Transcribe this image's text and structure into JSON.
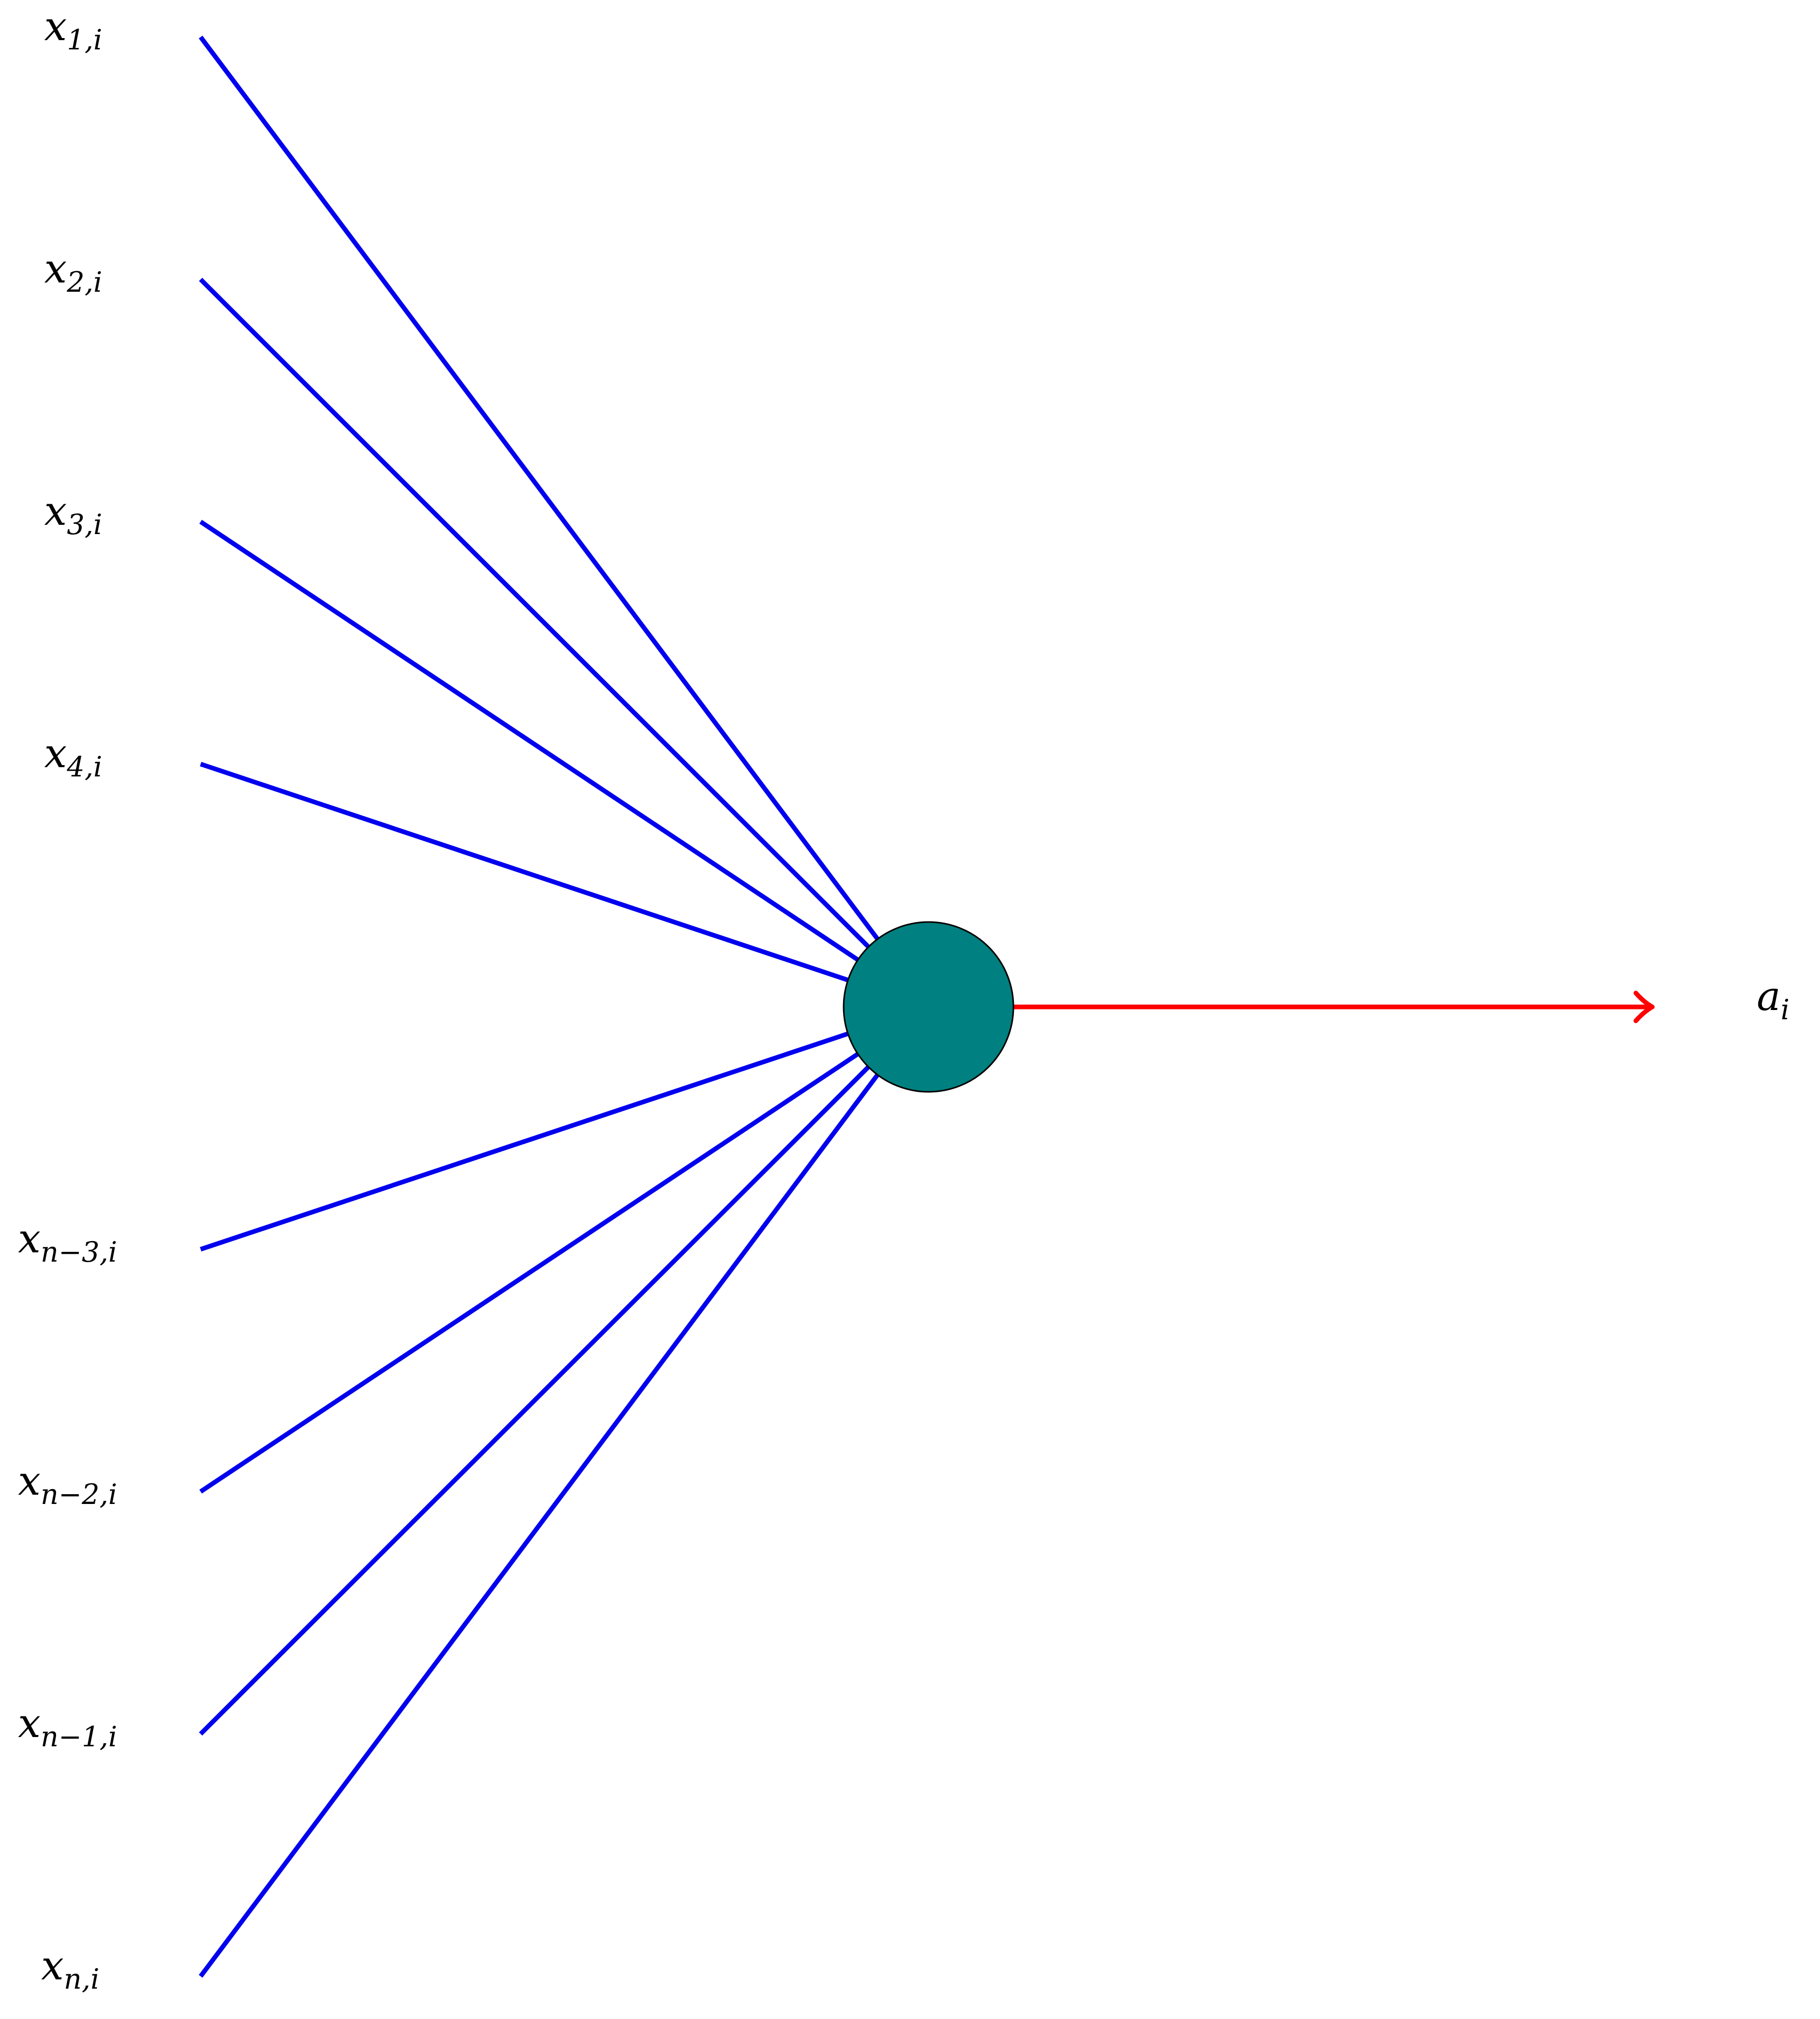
{
  "diagram": {
    "colors": {
      "input_edge": "#0000ee",
      "output_edge": "#ff0000",
      "node_fill": "#008080",
      "node_stroke": "#000000",
      "background": "#ffffff"
    },
    "inputs": [
      {
        "base": "x",
        "sub": "1,i"
      },
      {
        "base": "x",
        "sub": "2,i"
      },
      {
        "base": "x",
        "sub": "3,i"
      },
      {
        "base": "x",
        "sub": "4,i"
      },
      {
        "base": "x",
        "sub": "n−3,i"
      },
      {
        "base": "x",
        "sub": "n−2,i"
      },
      {
        "base": "x",
        "sub": "n−1,i"
      },
      {
        "base": "x",
        "sub": "n,i"
      }
    ],
    "output": {
      "base": "a",
      "sub": "i"
    }
  }
}
